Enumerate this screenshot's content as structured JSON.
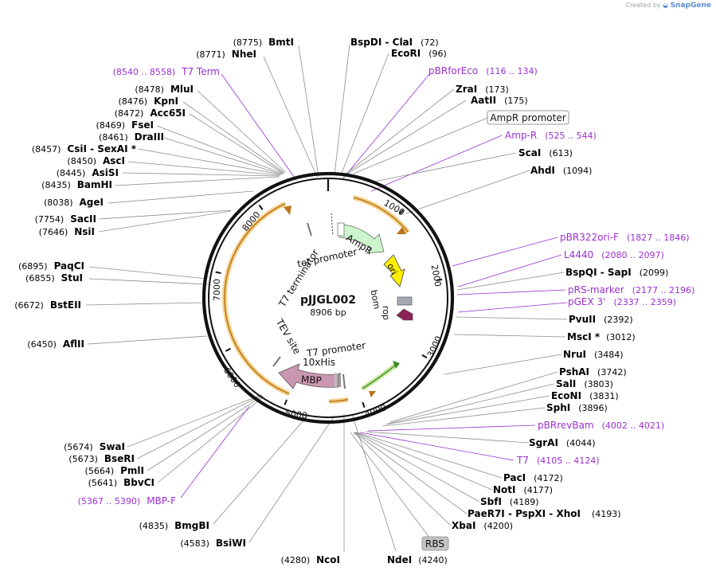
{
  "credit": {
    "created_by": "Created by",
    "brand": "SnapGene"
  },
  "plasmid": {
    "name": "pJJGL002",
    "size_label": "8906 bp",
    "length": 8906
  },
  "colors": {
    "enzyme": "#000000",
    "primer": "#9a2fd2",
    "backbone": "#111111",
    "tick_line": "#8c8c8c"
  },
  "sites": [
    {
      "pos": "(8775)",
      "name": "BmtI"
    },
    {
      "pos": "(8771)",
      "name": "NheI"
    },
    {
      "pos": "(8478)",
      "name": "MluI"
    },
    {
      "pos": "(8476)",
      "name": "KpnI"
    },
    {
      "pos": "(8472)",
      "name": "Acc65I"
    },
    {
      "pos": "(8469)",
      "name": "FseI"
    },
    {
      "pos": "(8461)",
      "name": "DraIII"
    },
    {
      "pos": "(8457)",
      "name": "CsiI  -  SexAI *"
    },
    {
      "pos": "(8450)",
      "name": "AscI"
    },
    {
      "pos": "(8445)",
      "name": "AsiSI"
    },
    {
      "pos": "(8435)",
      "name": "BamHI"
    },
    {
      "pos": "(8038)",
      "name": "AgeI"
    },
    {
      "pos": "(7754)",
      "name": "SacII"
    },
    {
      "pos": "(7646)",
      "name": "NsiI"
    },
    {
      "pos": "(6895)",
      "name": "PaqCI"
    },
    {
      "pos": "(6855)",
      "name": "StuI"
    },
    {
      "pos": "(6672)",
      "name": "BstEII"
    },
    {
      "pos": "(6450)",
      "name": "AflII"
    },
    {
      "pos": "(5674)",
      "name": "SwaI"
    },
    {
      "pos": "(5673)",
      "name": "BseRI"
    },
    {
      "pos": "(5664)",
      "name": "PmlI"
    },
    {
      "pos": "(5641)",
      "name": "BbvCI"
    },
    {
      "pos": "(4835)",
      "name": "BmgBI"
    },
    {
      "pos": "(4583)",
      "name": "BsiWI"
    },
    {
      "pos": "(4280)",
      "name": "NcoI"
    },
    {
      "pos": "(4240)",
      "name": "NdeI"
    },
    {
      "pos": "(72)",
      "name": "BspDI  -  ClaI"
    },
    {
      "pos": "(96)",
      "name": "EcoRI"
    },
    {
      "pos": "(173)",
      "name": "ZraI"
    },
    {
      "pos": "(175)",
      "name": "AatII"
    },
    {
      "pos": "(613)",
      "name": "ScaI"
    },
    {
      "pos": "(1094)",
      "name": "AhdI"
    },
    {
      "pos": "(2099)",
      "name": "BspQI  -  SapI"
    },
    {
      "pos": "(2392)",
      "name": "PvuII"
    },
    {
      "pos": "(3012)",
      "name": "MscI *"
    },
    {
      "pos": "(3484)",
      "name": "NruI"
    },
    {
      "pos": "(3742)",
      "name": "PshAI"
    },
    {
      "pos": "(3803)",
      "name": "SalI"
    },
    {
      "pos": "(3831)",
      "name": "EcoNI"
    },
    {
      "pos": "(3896)",
      "name": "SphI"
    },
    {
      "pos": "(4044)",
      "name": "SgrAI"
    },
    {
      "pos": "(4172)",
      "name": "PacI"
    },
    {
      "pos": "(4177)",
      "name": "NotI"
    },
    {
      "pos": "(4189)",
      "name": "SbfI"
    },
    {
      "pos": "(4193)",
      "name": "PaeR7I  -  PspXI  -  XhoI"
    },
    {
      "pos": "(4200)",
      "name": "XbaI"
    }
  ],
  "primers": [
    {
      "range": "(8540 .. 8558)",
      "name": "T7 Term"
    },
    {
      "range": "(116 .. 134)",
      "name": "pBRforEco"
    },
    {
      "range": "(525 .. 544)",
      "name": "Amp-R"
    },
    {
      "range": "(1827 .. 1846)",
      "name": "pBR322ori-F"
    },
    {
      "range": "(2080 .. 2097)",
      "name": "L4440"
    },
    {
      "range": "(2177 .. 2196)",
      "name": "pRS-marker"
    },
    {
      "range": "(2337 .. 2359)",
      "name": "pGEX 3'"
    },
    {
      "range": "(4002 .. 4021)",
      "name": "pBRrevBam"
    },
    {
      "range": "(4105 .. 4124)",
      "name": "T7"
    },
    {
      "range": "(5367 .. 5390)",
      "name": "MBP-F"
    }
  ],
  "boxed_labels": {
    "ampr_promoter": "AmpR promoter",
    "rbs": "RBS"
  },
  "features": {
    "ampr": "AmpR",
    "ori": "ori",
    "bom": "bom",
    "rop": "rop",
    "tet_promoter": "tet promoter",
    "t7_terminator": "T7 terminator",
    "t7_promoter": "T7 promoter",
    "his": "10xHis",
    "mbp": "MBP",
    "tev": "TEV site"
  },
  "ticks": {
    "t1000": "1000",
    "t2000": "2000",
    "t3000": "3000",
    "t4000": "4000",
    "t5000": "5000",
    "t6000": "6000",
    "t7000": "7000",
    "t8000": "8000"
  }
}
